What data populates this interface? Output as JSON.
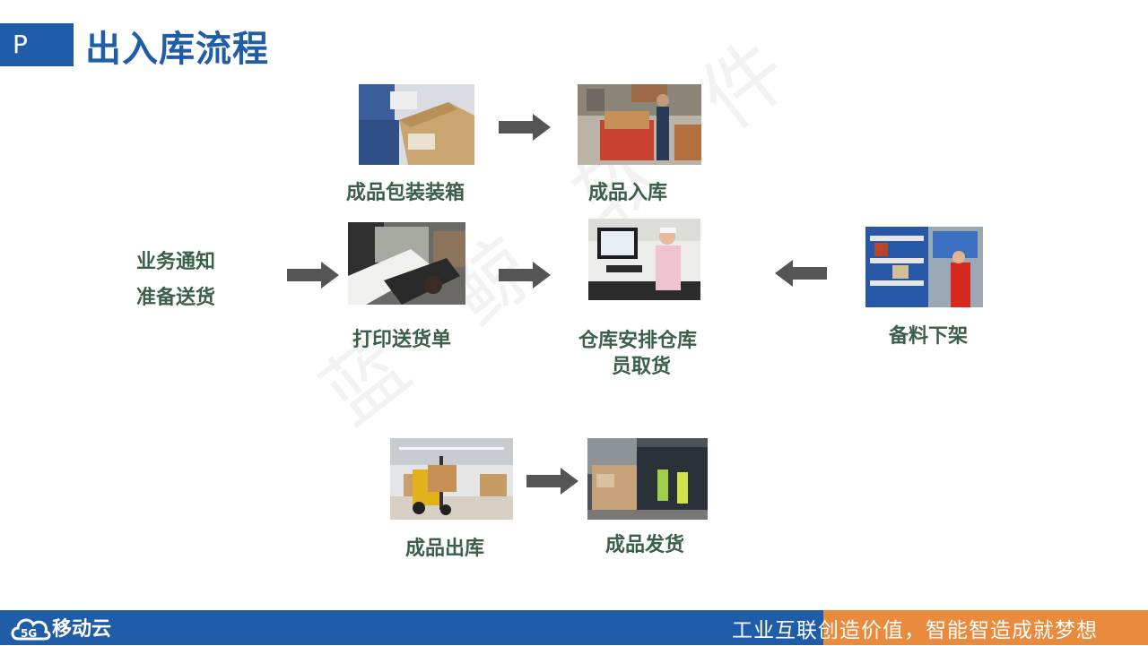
{
  "header": {
    "badge": "P",
    "title": "出入库流程"
  },
  "watermark": {
    "text": "蓝 鲸 软 件"
  },
  "steps": {
    "packing": "成品包装装箱",
    "warehousing": "成品入库",
    "notice_line1": "业务通知",
    "notice_line2": "准备送货",
    "print_slip": "打印送货单",
    "arrange_line1": "仓库安排仓库",
    "arrange_line2": "员取货",
    "unshelf": "备料下架",
    "outbound": "成品出库",
    "ship": "成品发货"
  },
  "footer": {
    "logo_text": "移动云",
    "slogan": "工业互联创造价值，智能智造成就梦想",
    "colors": {
      "blue": "#1f5da8",
      "orange": "#e98a3c"
    }
  },
  "colors": {
    "title": "#1f5da8",
    "label": "#3c5f4a",
    "arrow": "#555555"
  }
}
